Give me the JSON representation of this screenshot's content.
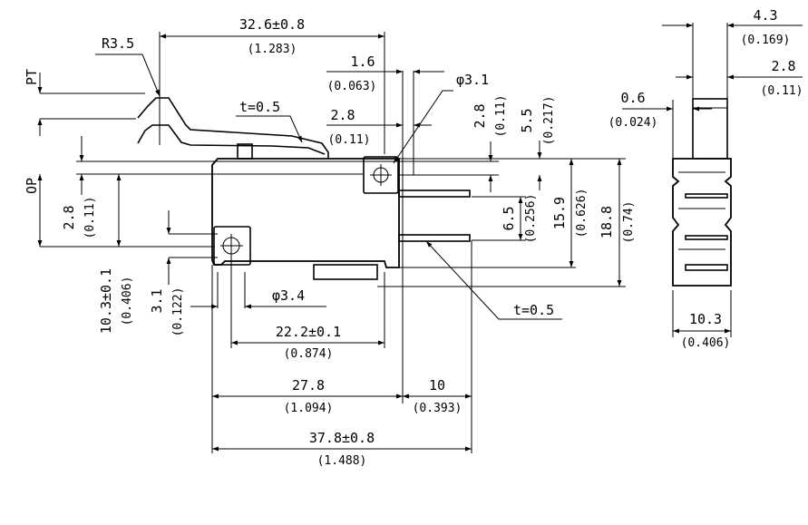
{
  "labels": {
    "pt": "PT",
    "op": "OP",
    "r35": "R3.5",
    "d326": "32.6±0.8",
    "d326_in": "(1.283)",
    "d16": "1.6",
    "d16_in": "(0.063)",
    "phi31": "φ3.1",
    "t05_top": "t=0.5",
    "d28_mid": "2.8",
    "d28_mid_in": "(0.11)",
    "v28": "2.8",
    "v28_in": "(0.11)",
    "v55": "5.5",
    "v55_in": "(0.217)",
    "left28": "2.8",
    "left28_in": "(0.11)",
    "v65": "6.5",
    "v65_in": "(0.256)",
    "v159": "15.9",
    "v159_in": "(0.626)",
    "v188": "18.8",
    "v188_in": "(0.74)",
    "v103": "10.3±0.1",
    "v103_in": "(0.406)",
    "v31": "3.1",
    "v31_in": "(0.122)",
    "phi34": "φ3.4",
    "t05_bot": "t=0.5",
    "d222": "22.2±0.1",
    "d222_in": "(0.874)",
    "d278": "27.8",
    "d278_in": "(1.094)",
    "d10": "10",
    "d10_in": "(0.393)",
    "d378": "37.8±0.8",
    "d378_in": "(1.488)",
    "side43": "4.3",
    "side43_in": "(0.169)",
    "side28": "2.8",
    "side28_in": "(0.11)",
    "side06": "0.6",
    "side06_in": "(0.024)",
    "side103": "10.3",
    "side103_in": "(0.406)"
  }
}
